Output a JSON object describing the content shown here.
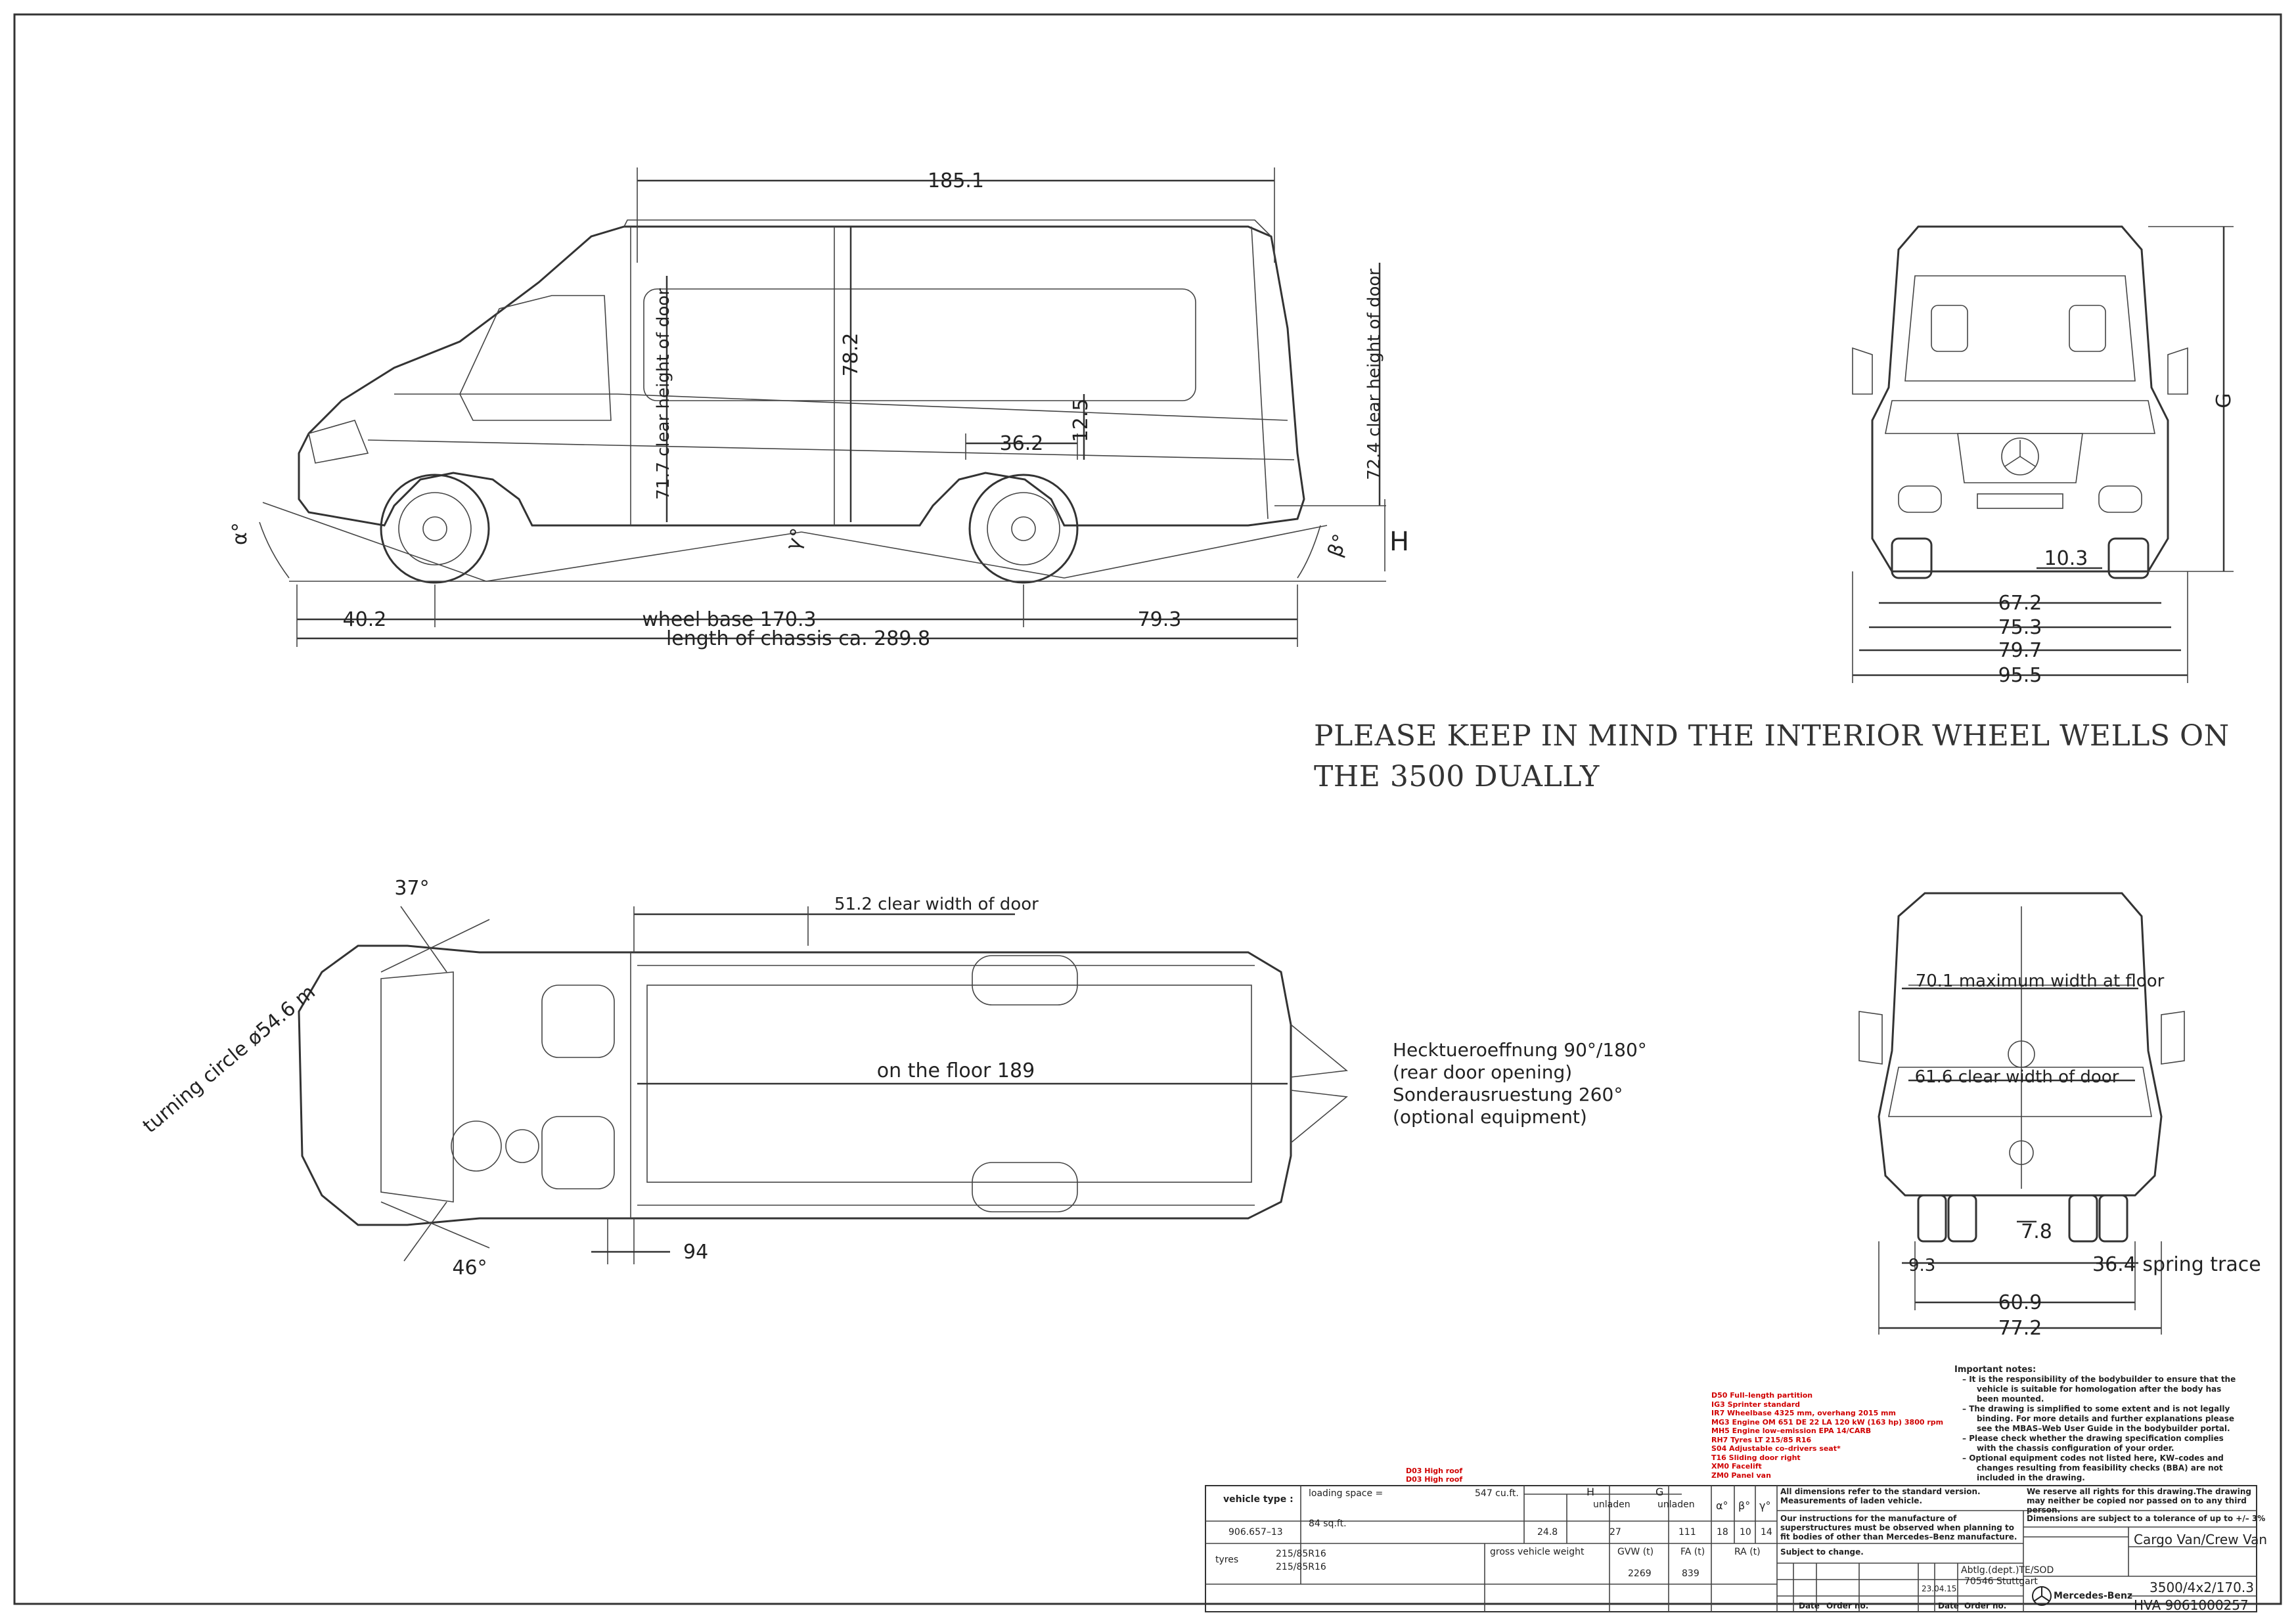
{
  "side_view": {
    "dims": {
      "overall_cargo": "185.1",
      "clear_height_slide": "71.7 clear height of door",
      "interior_height": "78.2",
      "clear_height_rear": "72.4 clear height of door",
      "wheel_well_length": "36.2",
      "wheel_well_height": "12.5",
      "front_overhang": "40.2",
      "wheel_base": "wheel base 170.3",
      "rear_overhang": "79.3",
      "chassis_length": "length of chassis ca. 289.8"
    },
    "labels": {
      "alpha": "α°",
      "beta": "β°",
      "gamma": "γ°",
      "h": "H"
    }
  },
  "front_view": {
    "dims": [
      "10.3",
      "67.2",
      "75.3",
      "79.7",
      "95.5"
    ],
    "g_label": "G"
  },
  "notice": "PLEASE KEEP IN MIND THE INTERIOR WHEEL WELLS ON THE 3500 DUALLY",
  "top_view": {
    "door_width": "51.2 clear width of door",
    "floor_length": "on the floor 189",
    "turning_circle": "turning circle ø54.6 m",
    "angle_front": "37°",
    "angle_rear": "46°",
    "offset": "94",
    "rear_door": [
      "Hecktueroeffnung 90°/180°",
      "(rear door opening)",
      "Sonderausruestung 260°",
      "(optional equipment)"
    ]
  },
  "rear_view": {
    "max_width": "70.1 maximum width at floor",
    "door_width": "61.6 clear width of door",
    "dims": [
      "7.8",
      "9.3",
      "36.4 spring trace",
      "60.9",
      "77.2"
    ]
  },
  "notes": {
    "title": "Important notes:",
    "items": [
      "It is the responsibility of the bodybuilder to ensure that the vehicle is suitable for homologation after the body has been mounted.",
      "The drawing is simplified to some extent and is not legally binding. For more details and further explanations please see the MBAS–Web User Guide in the bodybuilder portal.",
      "Please check whether the drawing specification complies with the chassis configuration of your order.",
      "Optional equipment codes not listed here, KW–codes and changes resulting from feasibility checks (BBA) are not included in the drawing."
    ]
  },
  "codes": [
    "D50 Full–length partition",
    "IG3 Sprinter standard",
    "IR7 Wheelbase 4325 mm, overhang 2015 mm",
    "MG3 Engine OM 651 DE 22 LA 120 kW (163 hp) 3800 rpm",
    "MH5 Engine low–emission EPA 14/CARB",
    "RH7 Tyres LT 215/85 R16",
    "S04 Adjustable co–drivers seat*",
    "T16 Sliding door right",
    "XM0 Facelift",
    "ZM0 Panel van"
  ],
  "roof_codes": [
    "D03 High roof",
    "D03 High roof"
  ],
  "title_block": {
    "vehicle_type_label": "vehicle type :",
    "loading_space_label": "loading space =",
    "loading_space_cuft": "547 cu.ft.",
    "loading_space_sqft": "84 sq.ft.",
    "type_code": "906.657–13",
    "tyres_label": "tyres",
    "tyre_1": "215/85R16",
    "tyre_2": "215/85R16",
    "h_col": "H",
    "g_col": "G",
    "unladen_1": "unladen",
    "unladen_2": "unladen",
    "alpha_col": "α°",
    "beta_col": "β°",
    "gamma_col": "γ°",
    "h_unladen": "24.8",
    "h_val2": "27",
    "g_unladen": "111",
    "alpha_val": "18",
    "beta_val": "10",
    "gamma_val": "14",
    "gvw_label": "gross vehicle weight",
    "gvw_col": "GVW (t)",
    "fa_col": "FA (t)",
    "ra_col": "RA (t)",
    "gvw_val": "2269",
    "fa_val": "839",
    "std_note": "All dimensions refer to the standard version. Measurements of laden vehicle.",
    "instr_note": "Our instructions for the manufacture of superstructures must be observed when planning to fit bodies of other than Mercedes–Benz manufacture.",
    "subject_change": "Subject to change.",
    "rights_note": "We reserve all rights for this drawing.The drawing may neither be copied nor passed on to any third person.",
    "tolerance_note": "Dimensions are subject to a tolerance of up to +/– 3%",
    "dept": "Abtlg.(dept.)TE/SOD",
    "city": "70546 Stuttgart",
    "date": "23.04.15",
    "product": "Cargo Van/Crew Van",
    "config": "3500/4x2/170.3",
    "drawing_no": "HVA 9061000257",
    "brand": "Mercedes-Benz",
    "col_date": "Date",
    "col_order": "Order no."
  }
}
